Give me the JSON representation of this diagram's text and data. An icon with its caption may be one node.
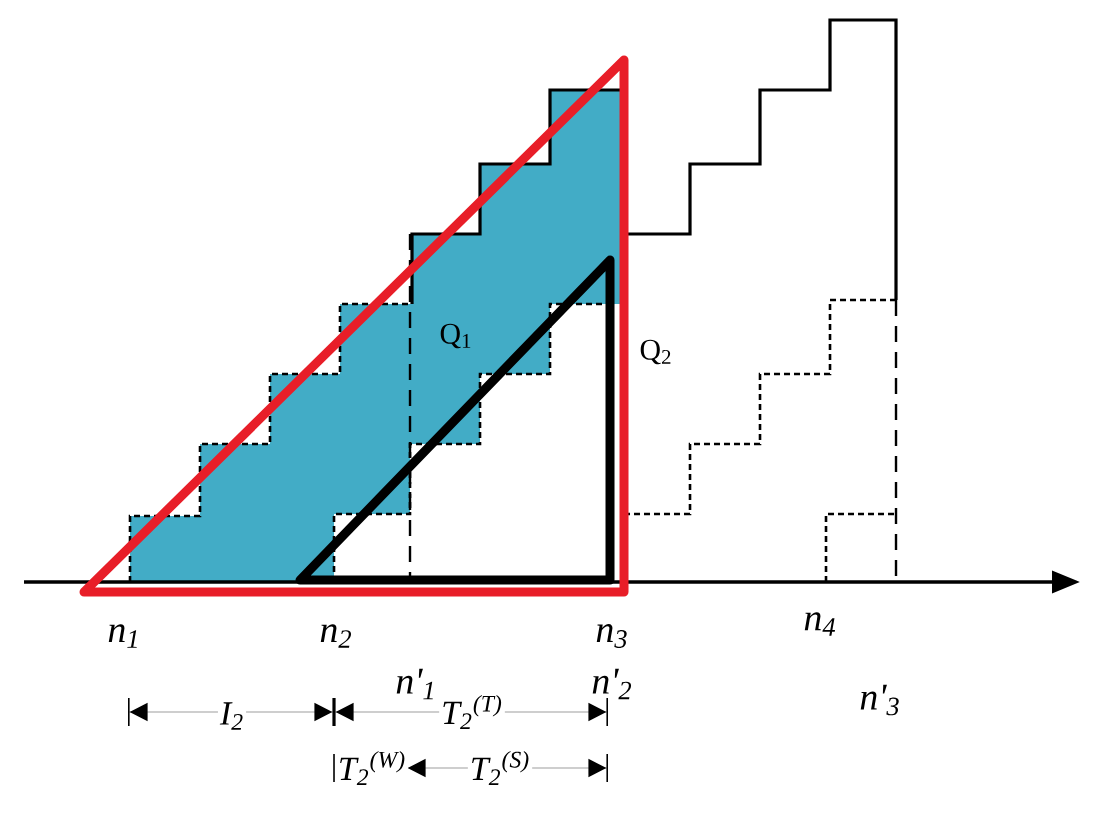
{
  "diagram": {
    "labels": [
      "Q$_{1}$",
      "Q$_{2}$",
      "n$_{1}$",
      "n$_{2}$",
      "n$_{3}$",
      "n$_{4}$",
      "n'$_{1}$",
      "n'$_{2}$",
      "n'$_{3}$",
      "I$_{2}$",
      "T$_{2}$$^{(T)}$",
      "T$_{2}$$^{(W)}$",
      "T$_{2}$$^{(S)}$"
    ]
  }
}
